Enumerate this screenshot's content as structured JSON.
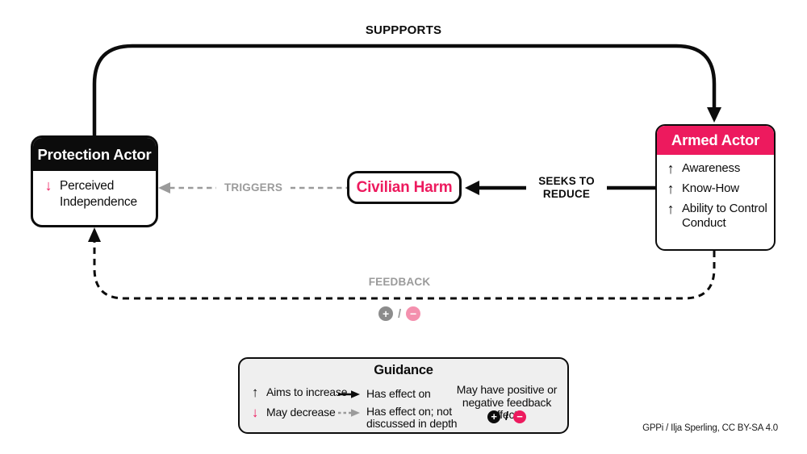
{
  "colors": {
    "accent_pink": "#ED1A5E",
    "light_pink": "#F490AE",
    "gray_label": "#9B9B9B",
    "box_black": "#0c0c0c",
    "guidance_bg": "#EFEFEF"
  },
  "edges": {
    "supports": "SUPPPORTS",
    "triggers": "TRIGGERS",
    "seeks_line1": "SEEKS TO",
    "seeks_line2": "REDUCE",
    "feedback": "FEEDBACK",
    "plus_symbol": "+",
    "minus_symbol": "−",
    "slash": "/"
  },
  "nodes": {
    "protection_actor": {
      "title": "Protection Actor",
      "items": [
        {
          "arrow": "↓",
          "text": "Perceived Independence"
        }
      ]
    },
    "civilian_harm": {
      "title": "Civilian Harm"
    },
    "armed_actor": {
      "title": "Armed Actor",
      "items": [
        {
          "arrow": "↑",
          "text": "Awareness"
        },
        {
          "arrow": "↑",
          "text": "Know-How"
        },
        {
          "arrow": "↑",
          "text": "Ability to Control Conduct"
        }
      ]
    }
  },
  "guidance": {
    "title": "Guidance",
    "increase_arrow": "↑",
    "increase_label": "Aims to increase",
    "decrease_arrow": "↓",
    "decrease_label": "May decrease",
    "solid_arrow_label": "Has effect on",
    "dashed_arrow_label": "Has effect on; not discussed in depth",
    "feedback_line1": "May have positive or",
    "feedback_line2": "negative feedback effects",
    "plus_symbol": "+",
    "minus_symbol": "−",
    "slash": "/"
  },
  "credit": "GPPi / Ilja Sperling, CC BY-SA 4.0"
}
